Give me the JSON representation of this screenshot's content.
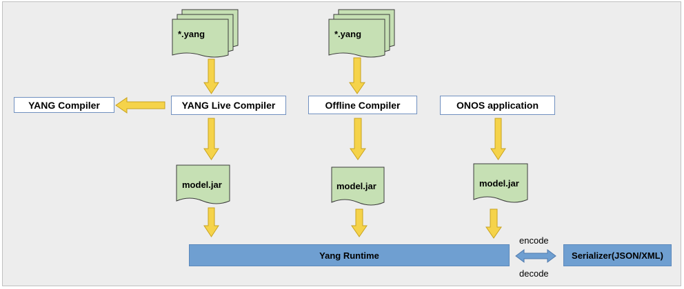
{
  "diagram": {
    "yang_files": [
      {
        "label": "*.yang"
      },
      {
        "label": "*.yang"
      }
    ],
    "compilers": {
      "yang_compiler": "YANG Compiler",
      "yang_live_compiler": "YANG Live Compiler",
      "offline_compiler": "Offline Compiler",
      "onos_application": "ONOS application"
    },
    "model_jars": [
      {
        "label": "model.jar"
      },
      {
        "label": "model.jar"
      },
      {
        "label": "model.jar"
      }
    ],
    "runtime": {
      "label": "Yang Runtime"
    },
    "serializer": {
      "label": "Serializer(JSON/XML)"
    },
    "exchange": {
      "encode": "encode",
      "decode": "decode"
    },
    "colors": {
      "doc_fill": "#c6e0b4",
      "arrow_fill": "#f5d34a",
      "runtime_fill": "#6f9fd1",
      "box_border": "#6f8fbf"
    }
  }
}
